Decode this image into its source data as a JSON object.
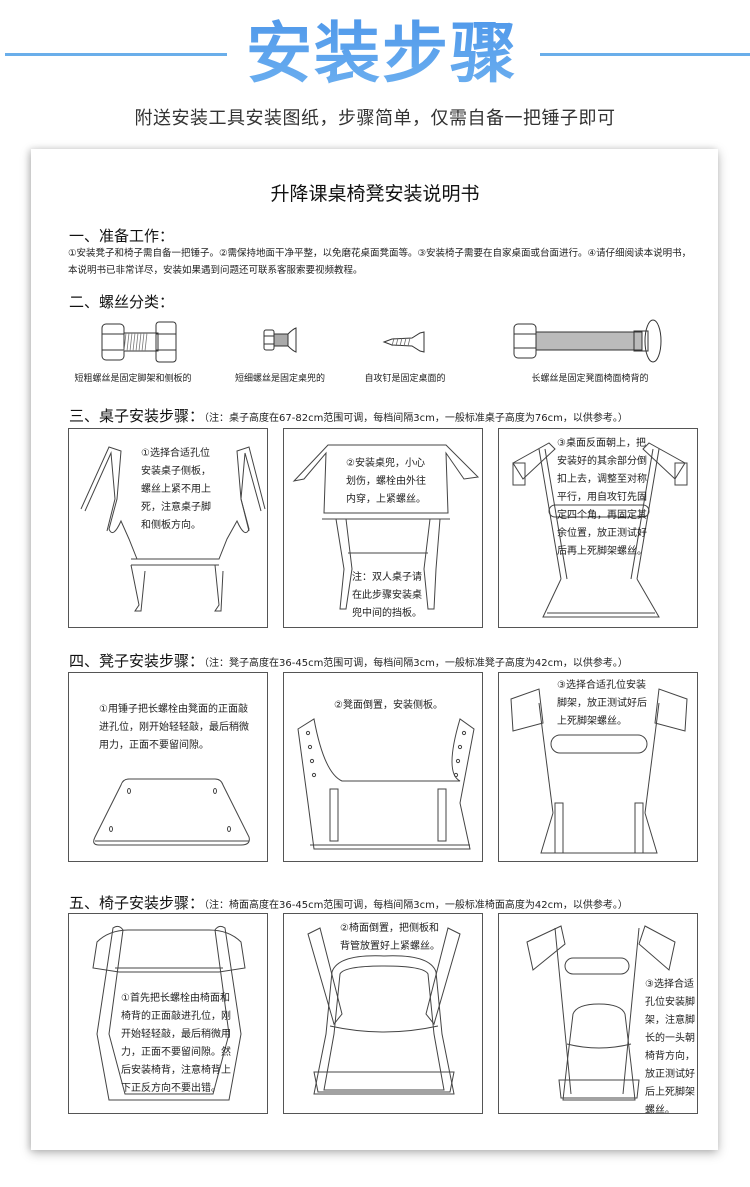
{
  "hero": {
    "title": "安装步骤",
    "subtitle": "附送安装工具安装图纸，步骤简单，仅需自备一把锤子即可",
    "accent_color": "#5aa4ee"
  },
  "document": {
    "title": "升降课桌椅凳安装说明书",
    "sections": {
      "prep": {
        "heading": "一、准备工作：",
        "text_line1": "①安装凳子和椅子需自备一把锤子。②需保持地面干净平整，以免磨花桌面凳面等。③安装椅子需要在自家桌面或台面进行。④请仔细阅读本说明书，",
        "text_line2": "本说明书已非常详尽，安装如果遇到问题还可联系客服索要视频教程。"
      },
      "screws": {
        "heading": "二、螺丝分类：",
        "items": [
          {
            "icon": "short-thick-bolt-icon",
            "caption": "短粗螺丝是固定脚架和侧板的"
          },
          {
            "icon": "short-thin-bolt-icon",
            "caption": "短细螺丝是固定桌兜的"
          },
          {
            "icon": "self-tapping-screw-icon",
            "caption": "自攻钉是固定桌面的"
          },
          {
            "icon": "long-bolt-icon",
            "caption": "长螺丝是固定凳面椅面椅背的"
          }
        ]
      },
      "desk": {
        "heading": "三、桌子安装步骤：",
        "note": "（注：桌子高度在67-82cm范围可调，每档间隔3cm，一般标准桌子高度为76cm，以供参考。）",
        "steps": [
          {
            "lines": [
              "①选择合适孔位",
              "安装桌子侧板，",
              "螺丝上紧不用上",
              "死，注意桌子脚",
              "和侧板方向。"
            ]
          },
          {
            "lines": [
              "②安装桌兜，小心",
              "划伤，螺栓由外往",
              "内穿，上紧螺丝。"
            ],
            "note_lines": [
              "注：双人桌子请",
              "在此步骤安装桌",
              "兜中间的挡板。"
            ]
          },
          {
            "lines": [
              "③桌面反面朝上，把",
              "安装好的其余部分倒",
              "扣上去，调整至对称",
              "平行，用自攻钉先固",
              "定四个角，再固定其",
              "余位置，放正测试好",
              "后再上死脚架螺丝。"
            ]
          }
        ]
      },
      "stool": {
        "heading": "四、凳子安装步骤：",
        "note": "（注：凳子高度在36-45cm范围可调，每档间隔3cm，一般标准凳子高度为42cm，以供参考。）",
        "steps": [
          {
            "lines": [
              "①用锤子把长螺栓由凳面的正面敲",
              "进孔位，刚开始轻轻敲，最后稍微",
              "用力，正面不要留间隙。"
            ]
          },
          {
            "lines": [
              "②凳面倒置，安装侧板。"
            ]
          },
          {
            "lines": [
              "③选择合适孔位安装",
              "脚架，放正测试好后",
              "上死脚架螺丝。"
            ]
          }
        ]
      },
      "chair": {
        "heading": "五、椅子安装步骤：",
        "note": "（注：椅面高度在36-45cm范围可调，每档间隔3cm，一般标准椅面高度为42cm，以供参考。）",
        "steps": [
          {
            "lines": [
              "①首先把长螺栓由椅面和",
              "椅背的正面敲进孔位，刚",
              "开始轻轻敲，最后稍微用",
              "力，正面不要留间隙。然",
              "后安装椅背，注意椅背上",
              "下正反方向不要出错。"
            ]
          },
          {
            "lines": [
              "②椅面倒置，把侧板和",
              "背管放置好上紧螺丝。"
            ]
          },
          {
            "lines": [
              "③选择合适",
              "孔位安装脚",
              "架，注意脚",
              "长的一头朝",
              "椅背方向，",
              "放正测试好",
              "后上死脚架",
              "螺丝。"
            ]
          }
        ]
      }
    }
  }
}
